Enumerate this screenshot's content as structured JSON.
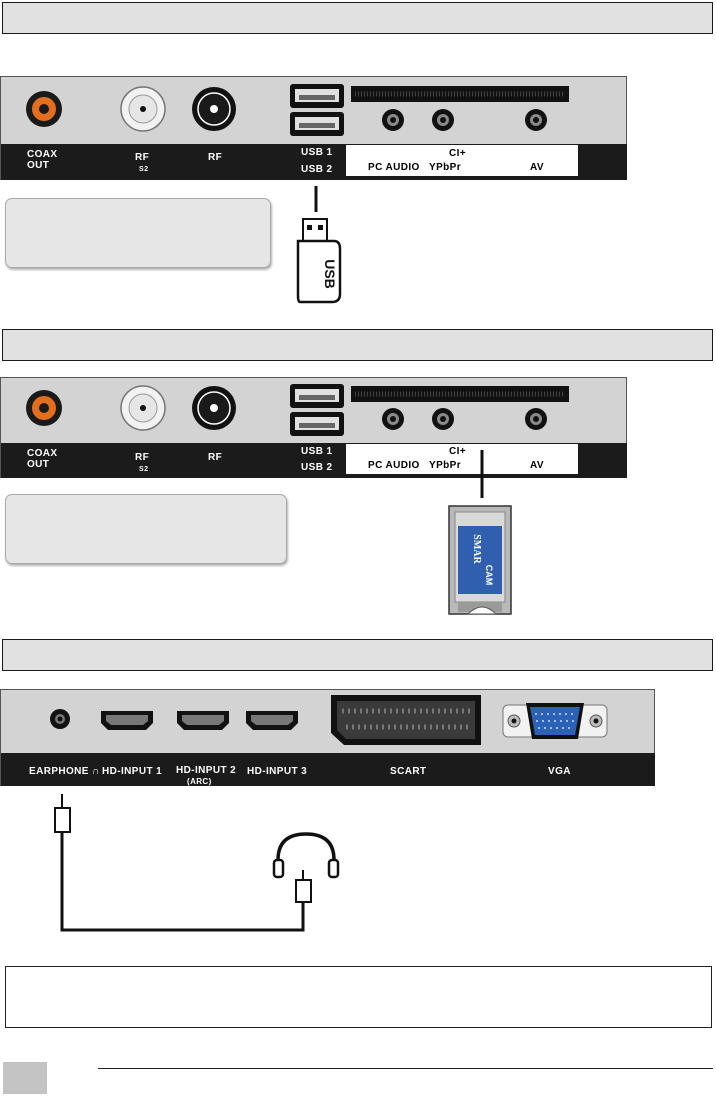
{
  "usb_section": {
    "labels": {
      "coax_out": "COAX\nOUT",
      "rf_s2": "RF",
      "rf_s2_sub": "S2",
      "rf": "RF",
      "usb1": "USB 1",
      "usb2": "USB 2",
      "ci": "CI+",
      "pc_audio": "PC AUDIO",
      "ypbpr": "YPbPr",
      "av": "AV"
    },
    "device_label": "USB"
  },
  "ci_section": {
    "labels": {
      "coax_out": "COAX\nOUT",
      "rf_s2": "RF",
      "rf_s2_sub": "S2",
      "rf": "RF",
      "usb1": "USB 1",
      "usb2": "USB 2",
      "ci": "CI+",
      "pc_audio": "PC AUDIO",
      "ypbpr": "YPbPr",
      "av": "AV"
    },
    "card_label_a": "SMAR",
    "card_label_b": "CAM"
  },
  "earphone_section": {
    "labels": {
      "earphone": "EARPHONE ∩",
      "hd1": "HD-INPUT 1",
      "hd2": "HD-INPUT 2",
      "hd2_sub": "(ARC)",
      "hd3": "HD-INPUT 3",
      "scart": "SCART",
      "vga": "VGA"
    }
  },
  "colors": {
    "panel": "#d3d3d3",
    "strip": "#1b1b1b",
    "coax_orange": "#e36f1e",
    "vga_blue": "#2b62b8",
    "cam_blue": "#2f5fae"
  }
}
